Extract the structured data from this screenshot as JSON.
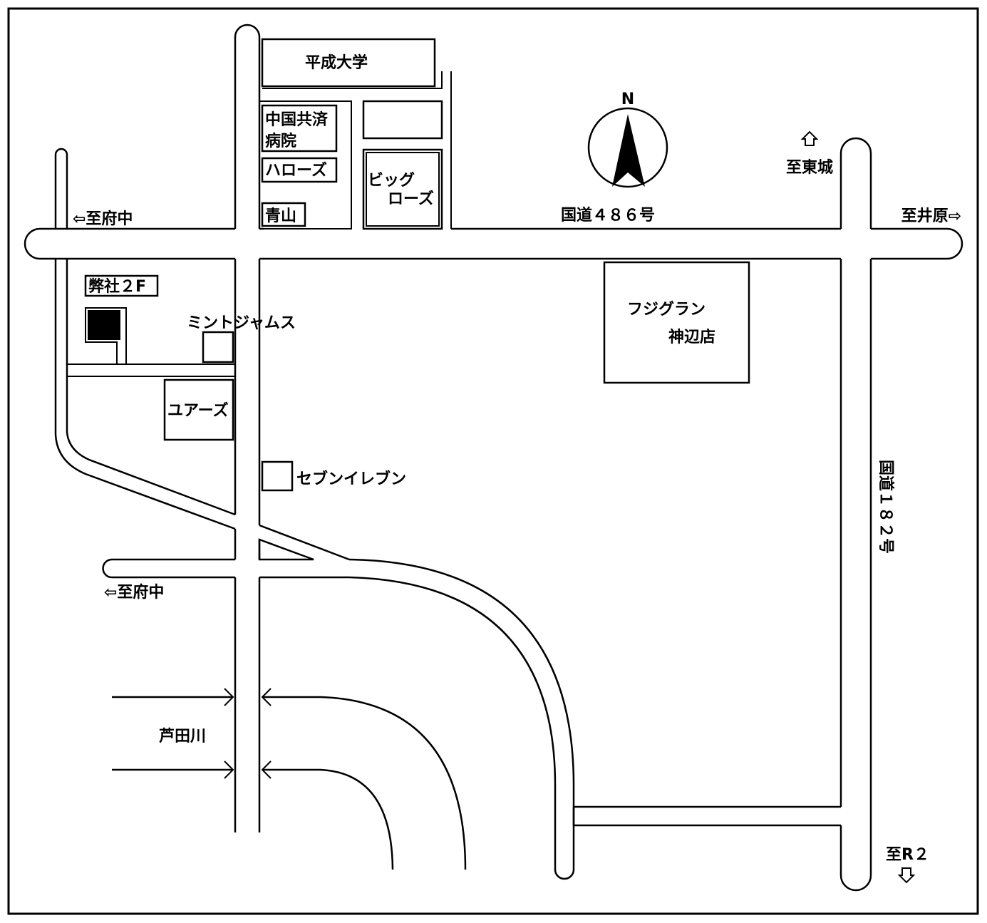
{
  "labels": {
    "heisei_university": "平成大学",
    "chugoku_hospital_line1": "中国共済",
    "chugoku_hospital_line2": "病院",
    "harrows": "ハローズ",
    "aoyama": "青山",
    "big_rose_line1": "ビッグ",
    "big_rose_line2": "ローズ",
    "north": "N",
    "to_toujou": "至東城",
    "route_486": "国道４８６号",
    "to_fuchu_top": "⇦至府中",
    "to_ibara": "至井原⇨",
    "company_2f": "弊社２F",
    "mint_gyms": "ミントジャムス",
    "fuji_grand_line1": "フジグラン",
    "fuji_grand_line2": "神辺店",
    "yours": "ユアーズ",
    "seven_eleven": "セブンイレブン",
    "route_182": "国道１８２号",
    "to_fuchu_bottom": "⇦至府中",
    "ashida_river": "芦田川",
    "to_r2": "至R２"
  },
  "icons": {
    "north_arrow": "compass-north-arrow-icon",
    "up_arrow": "arrow-up-outline-icon",
    "down_arrow": "arrow-down-outline-icon"
  },
  "colors": {
    "ink": "#000000",
    "paper": "#ffffff"
  }
}
